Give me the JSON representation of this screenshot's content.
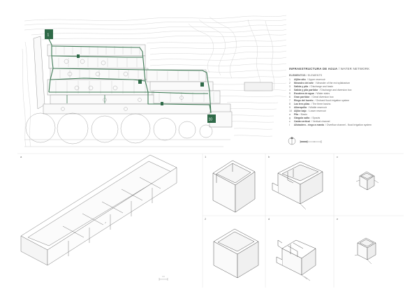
{
  "legend": {
    "title_es": "INFRAESTRUCTURA DE AGUA",
    "title_en": " / WATER NETWORK",
    "elements_es": "ELEMENTOS",
    "elements_en": " / ELEMENTS",
    "items": [
      {
        "key": "1",
        "es": "Aljibe alto",
        "en": " / Upper reservoir"
      },
      {
        "key": "2",
        "es": "Meandro del arte",
        "en": " / Meander of the red syllabarium"
      },
      {
        "key": "3",
        "es": "Salida y pila",
        "en": " / Discharge and basin"
      },
      {
        "key": "4",
        "es": "Salida y pila partidor",
        "en": " / Discharge and diversion box"
      },
      {
        "key": "5",
        "es": "Escalera de agua",
        "en": " / Water stairs"
      },
      {
        "key": "6",
        "es": "Gran partidor",
        "en": " / Great diversion box"
      },
      {
        "key": "7",
        "es": "Riego del huerto",
        "en": " / Orchard flood irrigation system"
      },
      {
        "key": "8",
        "es": "Las tres pilas",
        "en": " / The three basins"
      },
      {
        "key": "9",
        "es": "Alberquilla",
        "en": " / Middle reservoir"
      },
      {
        "key": "10",
        "es": "Aljibe bajo",
        "en": " / Lower reservoir"
      },
      {
        "key": "a",
        "es": "Pila",
        "en": " / Basin"
      },
      {
        "key": "g",
        "es": "Gárgola salto",
        "en": " / Spouts"
      },
      {
        "key": "c",
        "es": "Caída vertical",
        "en": " / Vertical channel"
      },
      {
        "key": "l",
        "es": "Aliviadero - riego a manta",
        "en": " / Overflow channel - flood irrigation system"
      }
    ]
  },
  "panels": {
    "large": "a",
    "p1": "1",
    "p2": "b",
    "p3": "c",
    "p4": "2",
    "p5": "d",
    "p6": "e"
  },
  "plan_numbers": {
    "n1": "1",
    "n10": "10"
  },
  "colors": {
    "network": "#3e7a55",
    "tank": "#2f6a48",
    "line": "#8d8d8d",
    "light": "#c4c4c4"
  }
}
